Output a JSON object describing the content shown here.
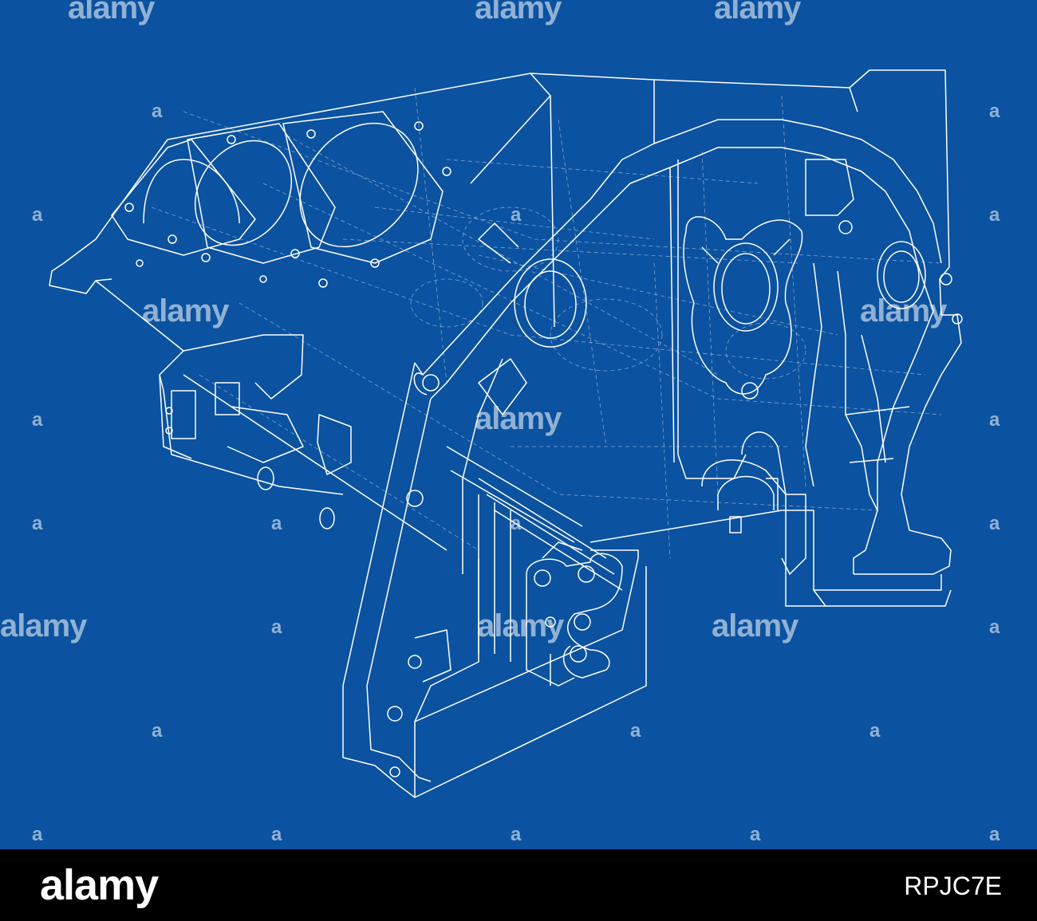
{
  "colors": {
    "background": "#0b52a0",
    "line": "#ffffff",
    "footer": "#000000"
  },
  "watermark": {
    "word": "alamy",
    "mark": "a"
  },
  "footer": {
    "logo": "alamy",
    "image_code": "RPJC7E"
  }
}
